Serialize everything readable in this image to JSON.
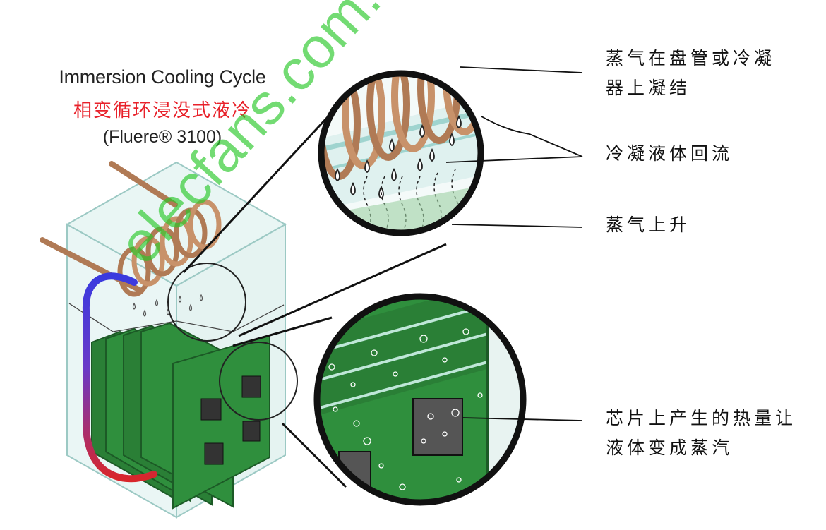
{
  "title": {
    "en": "Immersion Cooling Cycle",
    "zh": "相变循环浸没式液冷",
    "model": "(Fluere® 3100)",
    "zh_color": "#e8212a"
  },
  "callouts": {
    "vapor_condenses_line1": "蒸气在盘管或冷凝",
    "vapor_condenses_line2": "器上凝结",
    "condensate_return": "冷凝液体回流",
    "vapor_rises": "蒸气上升",
    "chip_heat_line1": "芯片上产生的热量让",
    "chip_heat_line2": "液体变成蒸汽"
  },
  "watermark": "elecfans.com.cn",
  "colors": {
    "pcb": "#2f8f3d",
    "copper": "#c8926a",
    "tank": "#9fd4cf",
    "watermark": "#33cc33",
    "flow_blue": "#3a3adf",
    "flow_red": "#d8262b"
  }
}
